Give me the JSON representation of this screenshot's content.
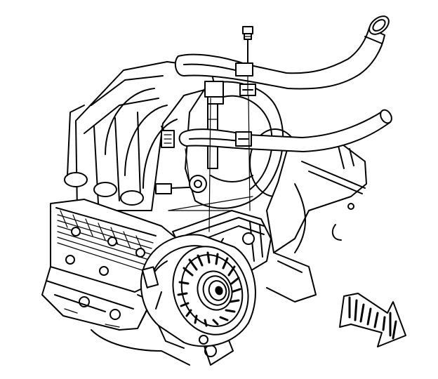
{
  "figure": {
    "colors": {
      "line": "#000000",
      "background": "#ffffff"
    },
    "components": [
      {
        "name": "upper-coolant-hose",
        "icon": "hose-icon"
      },
      {
        "name": "lower-heater-hose",
        "icon": "hose-icon"
      },
      {
        "name": "retaining-bolt",
        "icon": "bolt-icon"
      },
      {
        "name": "hose-bracket",
        "icon": "bracket-icon"
      },
      {
        "name": "intake-manifold",
        "icon": "manifold-icon"
      },
      {
        "name": "valve-cover",
        "icon": "valve-cover-icon"
      },
      {
        "name": "generator",
        "icon": "alternator-icon"
      },
      {
        "name": "generator-pulley",
        "icon": "pulley-icon"
      },
      {
        "name": "throttle-body",
        "icon": "throttle-icon"
      },
      {
        "name": "front-direction-arrow",
        "icon": "arrow-icon"
      }
    ]
  }
}
